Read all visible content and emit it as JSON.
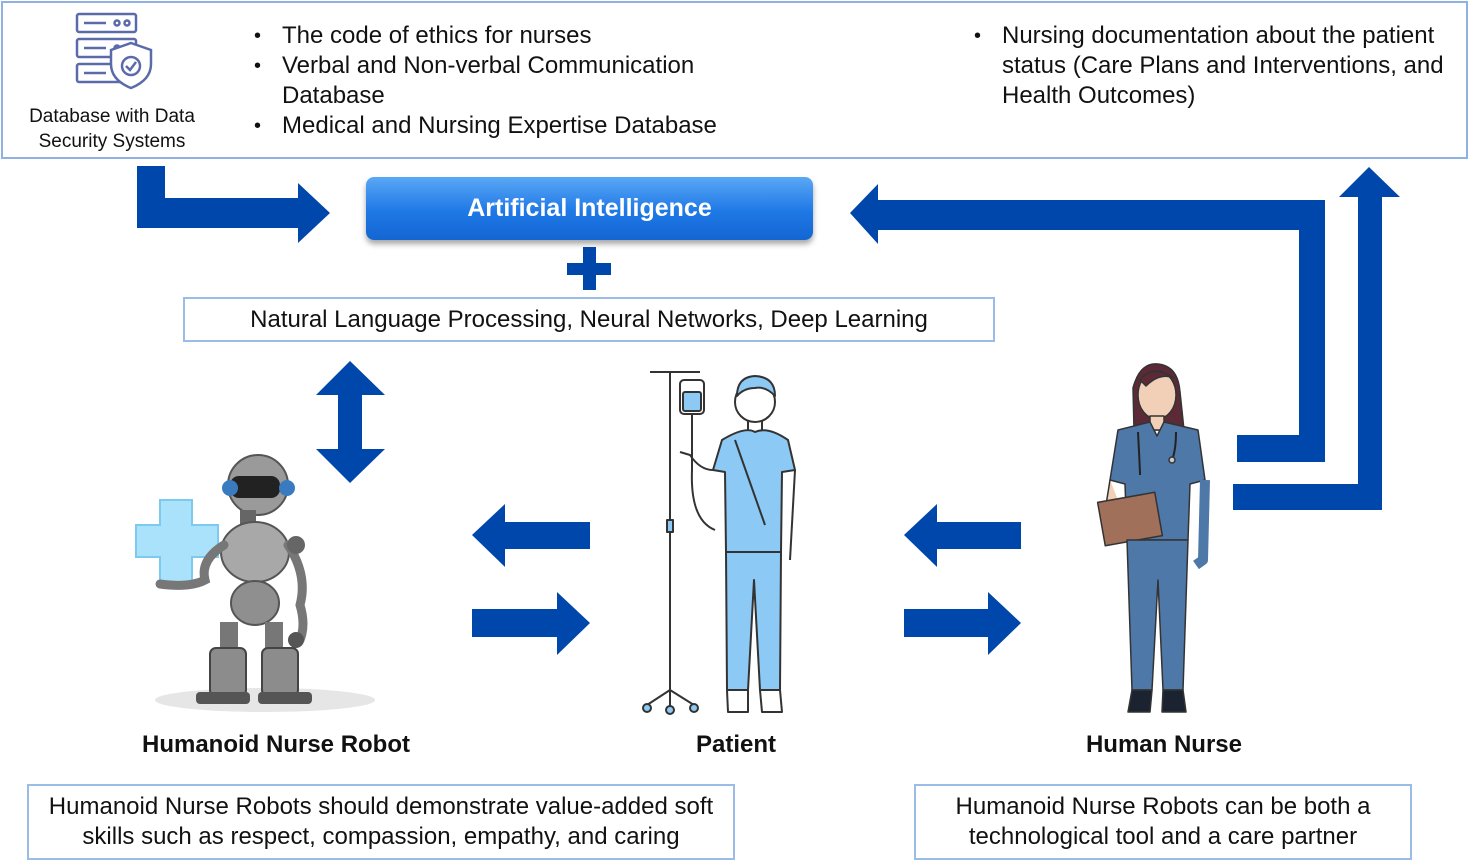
{
  "database": {
    "label": "Database with Data Security Systems",
    "icon": "server-shield-icon"
  },
  "data_sources_left": [
    "The code of ethics for nurses",
    "Verbal and Non-verbal Communication Database",
    "Medical and Nursing Expertise Database"
  ],
  "data_sources_right": [
    "Nursing documentation about the patient status (Care Plans and Interventions, and Health Outcomes)"
  ],
  "ai": {
    "title": "Artificial Intelligence"
  },
  "techniques": "Natural Language Processing, Neural Networks, Deep Learning",
  "actors": {
    "robot": "Humanoid Nurse Robot",
    "patient": "Patient",
    "nurse": "Human Nurse"
  },
  "notes": {
    "robot": "Humanoid Nurse Robots should demonstrate value-added soft skills such as respect, compassion, empathy, and caring",
    "nurse": "Humanoid Nurse Robots can be both a technological tool and a care partner"
  },
  "colors": {
    "arrow": "#0047AB",
    "box_border": "#9BBCE6",
    "ai_blue": "#1E78E6",
    "scrub": "#8CC9F5"
  }
}
